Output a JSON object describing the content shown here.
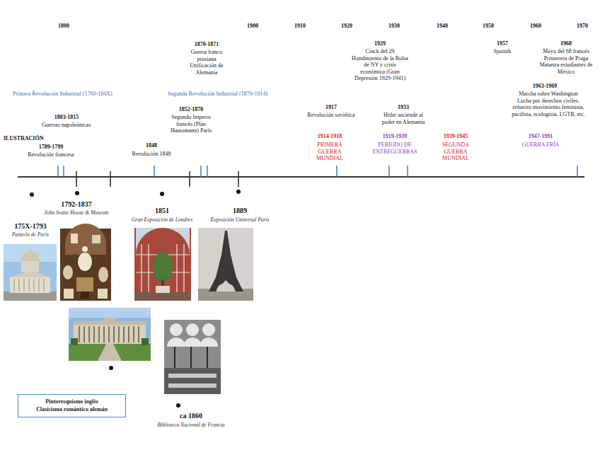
{
  "diagram": {
    "nodes": [
      {
        "text": [
          "Pintoresquismo inglés",
          "Clasicismo romántico alemán"
        ]
      }
    ],
    "labels": [
      "1800",
      "1900",
      "1910",
      "1920",
      "1930",
      "1940",
      "1950",
      "1960",
      "1970",
      "1870-1871",
      "Guerra franco prusiana Unificación de Alemania",
      "1929",
      "Crack del 29 Hundimiento de la Bolsa de NY y crisis económica (Gran Depresión 1929-1941)",
      "1957",
      "Sputnik",
      "1968",
      "Mayo del 68 francés Primavera de Praga Matanza estudiantes de México",
      "Primera Revolución Industrial (1760-184X)",
      "Segunda Revolución Industrial (1870-1914)",
      "1963-1969",
      "Marcha sobre Washington Lucha por derechos civiles, refuerzo movimiento feminista, pacifista, ecologista, LGTB, etc.",
      "1803-1815",
      "Guerras napoleónicas",
      "1852-1870",
      "Segundo Imperio francés (Plan Haussmann) París",
      "1917",
      "Revolución soviética",
      "1933",
      "Hitler asciende al poder en Alemania",
      "ILUSTRACIÓN",
      "1789-1799",
      "Revolución francesa",
      "1848",
      "Revolución 1848",
      "1914-1918",
      "PRIMERA GUERRA MUNDIAL",
      "1919-1939",
      "PERIODO DE ENTREGUERRAS",
      "1939-1945",
      "SEGUNDA GUERRA MUNDIAL",
      "1947-1991",
      "GUERRA FRÍA",
      "1792-1837",
      "John Soane House & Museum",
      "1851",
      "Gran Exposición de Londres",
      "1889",
      "Exposición Universal París",
      "175X-1793",
      "Panteón de París",
      "ca 1860",
      "Biblioteca Nacional de Francia"
    ]
  }
}
